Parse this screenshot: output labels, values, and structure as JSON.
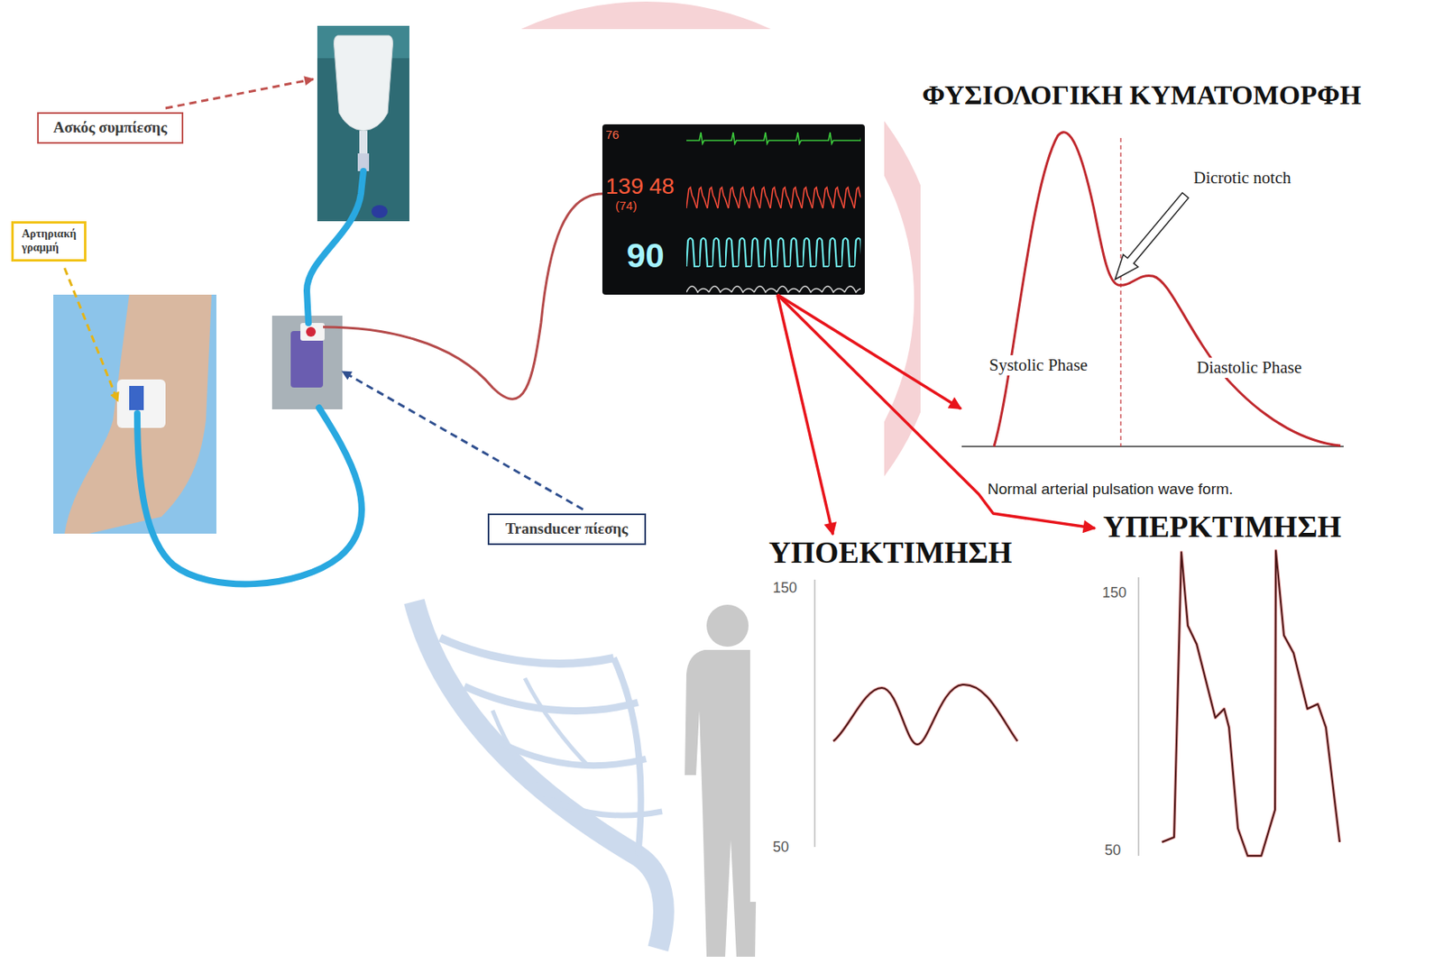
{
  "diagram": {
    "nodes": [
      {
        "text": [
          "Ασκός συμπίεσης"
        ]
      },
      {
        "text": [
          "Αρτηριακή γραμμή"
        ]
      },
      {
        "text": [
          "76",
          "139",
          "48",
          "(74)",
          "90"
        ]
      },
      {
        "text": [
          "Transducer πίεσης"
        ]
      },
      {
        "text": [
          "ΦΥΣΙΟΛΟΓΙΚΗ ΚΥΜΑΤΟΜΟΡΦΗ",
          "Dicrotic notch",
          "Systolic Phase",
          "Diastolic Phase",
          "Normal arterial pulsation wave form."
        ]
      },
      {
        "text": [
          "ΥΠΟΕΚΤΙΜΗΣΗ",
          "150",
          "50"
        ]
      },
      {
        "text": [
          "ΥΠΕΡΚΤΙΜΗΣΗ",
          "150",
          "50"
        ]
      }
    ],
    "edges": [
      {
        "from": 2,
        "to": 4,
        "arrow": "to"
      },
      {
        "from": 2,
        "to": 5,
        "arrow": "to"
      },
      {
        "from": 2,
        "to": 6,
        "arrow": "to"
      }
    ]
  }
}
